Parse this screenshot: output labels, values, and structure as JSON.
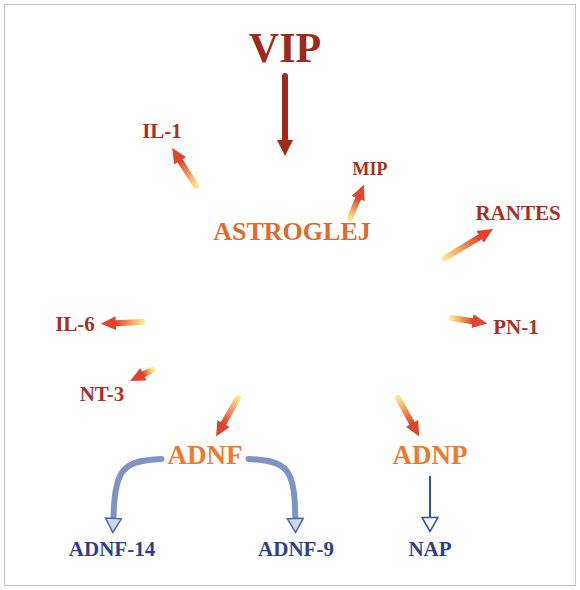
{
  "diagram": {
    "nodes": [
      {
        "text": [
          "VIP"
        ]
      },
      {
        "text": [
          "ASTROGLEJ"
        ]
      },
      {
        "text": [
          "IL-1"
        ]
      },
      {
        "text": [
          "MIP"
        ]
      },
      {
        "text": [
          "RANTES"
        ]
      },
      {
        "text": [
          "IL-6"
        ]
      },
      {
        "text": [
          "PN-1"
        ]
      },
      {
        "text": [
          "NT-3"
        ]
      },
      {
        "text": [
          "ADNF"
        ]
      },
      {
        "text": [
          "ADNP"
        ]
      },
      {
        "text": [
          "ADNF-14"
        ]
      },
      {
        "text": [
          "ADNF-9"
        ]
      },
      {
        "text": [
          "NAP"
        ]
      }
    ],
    "edges": [
      {
        "from": 0,
        "to": 1,
        "arrow": "to"
      },
      {
        "from": 1,
        "to": 2,
        "arrow": "to"
      },
      {
        "from": 1,
        "to": 3,
        "arrow": "to"
      },
      {
        "from": 1,
        "to": 4,
        "arrow": "to"
      },
      {
        "from": 1,
        "to": 5,
        "arrow": "to"
      },
      {
        "from": 1,
        "to": 6,
        "arrow": "to"
      },
      {
        "from": 1,
        "to": 7,
        "arrow": "to"
      },
      {
        "from": 1,
        "to": 8,
        "arrow": "to"
      },
      {
        "from": 1,
        "to": 9,
        "arrow": "to"
      },
      {
        "from": 8,
        "to": 10,
        "arrow": "to"
      },
      {
        "from": 8,
        "to": 11,
        "arrow": "to"
      },
      {
        "from": 9,
        "to": 12,
        "arrow": "to"
      }
    ]
  }
}
